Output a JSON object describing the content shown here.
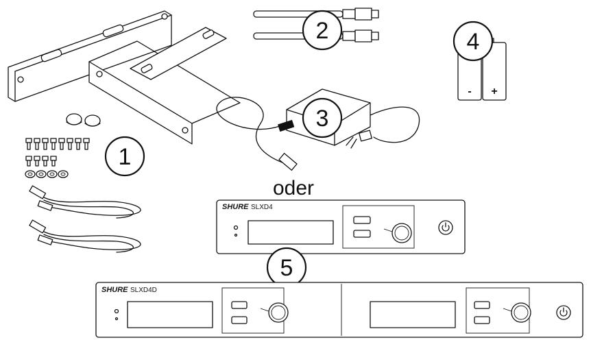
{
  "labels": {
    "item1": "1",
    "item2": "2",
    "item3": "3",
    "item4": "4",
    "item5": "5",
    "oder": "oder"
  },
  "receiver_single": {
    "brand": "SHURE",
    "model": "SLXD4",
    "button_top": "",
    "button_bottom": ""
  },
  "receiver_dual": {
    "brand": "SHURE",
    "model": "SLXD4D",
    "display1_label": "",
    "display2_label": ""
  },
  "batteries": {
    "minus": "-",
    "plus": "+"
  }
}
